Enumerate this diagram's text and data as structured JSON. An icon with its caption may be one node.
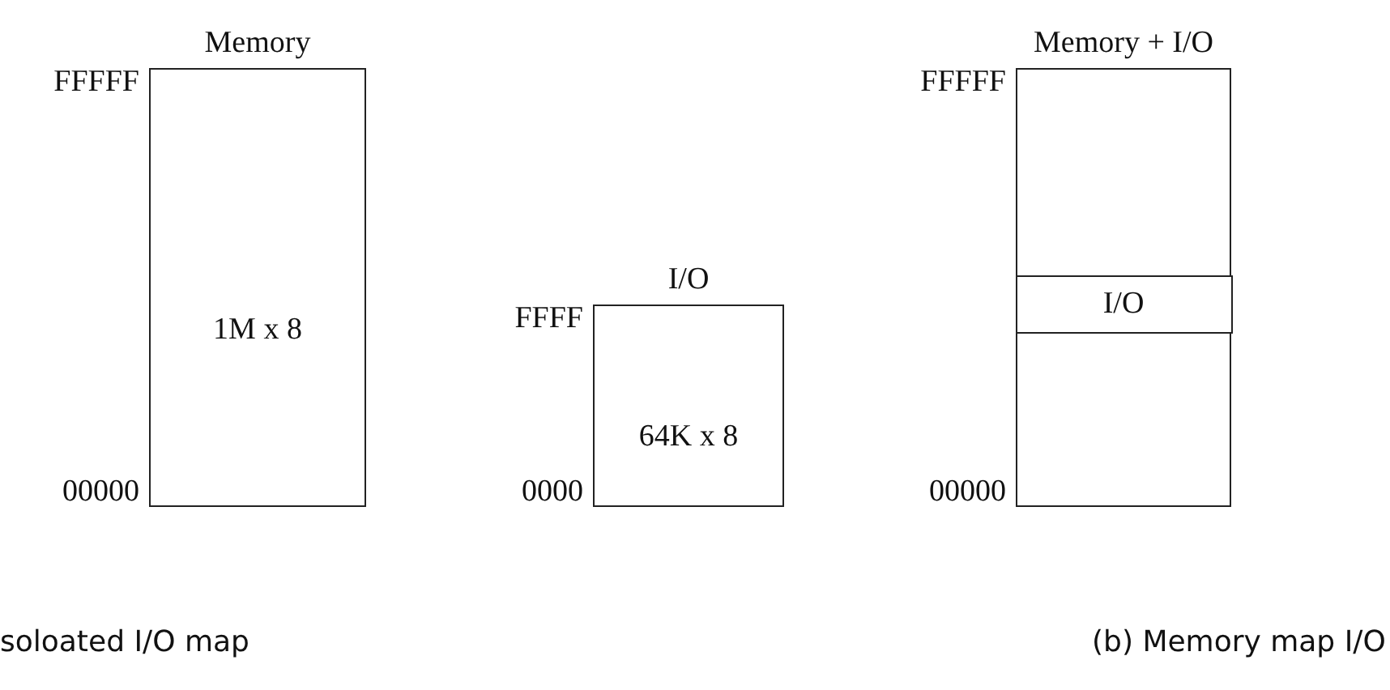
{
  "diagram": {
    "nodes": [
      {
        "text": [
          "Memory",
          "1M x 8"
        ],
        "beside": [
          "FFFFF",
          "00000"
        ]
      },
      {
        "text": [
          "I/O",
          "64K x 8"
        ],
        "beside": [
          "FFFF",
          "0000"
        ]
      },
      {
        "text": [
          "Memory + I/O"
        ],
        "beside": [
          "FFFFF",
          "00000"
        ]
      },
      {
        "text": [
          "I/O"
        ],
        "in": 2
      }
    ],
    "edges": [],
    "labels": [
      "soloated I/O map",
      "(b) Memory map I/O"
    ]
  }
}
